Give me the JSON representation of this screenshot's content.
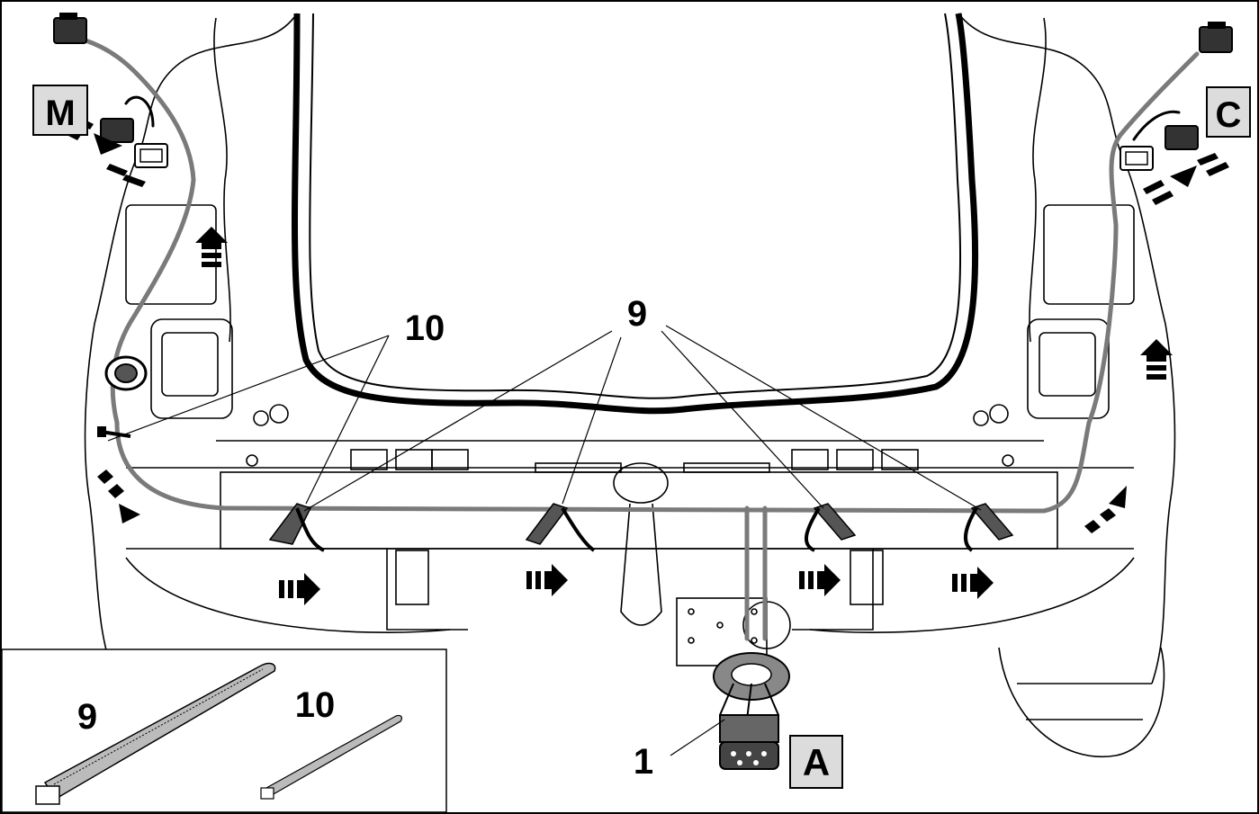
{
  "labels": {
    "m": "M",
    "c": "C",
    "a": "A",
    "one": "1",
    "nine": "9",
    "ten": "10",
    "inset_nine": "9",
    "inset_ten": "10"
  },
  "colors": {
    "line": "#000000",
    "harness": "#7a7a7a",
    "box_fill": "#dcdcdc",
    "background": "#ffffff"
  },
  "icons": {
    "arrow_triple": "striped-arrow-icon",
    "cable_tie": "cable-tie-icon",
    "connector": "connector-icon",
    "socket": "trailer-socket-icon"
  }
}
